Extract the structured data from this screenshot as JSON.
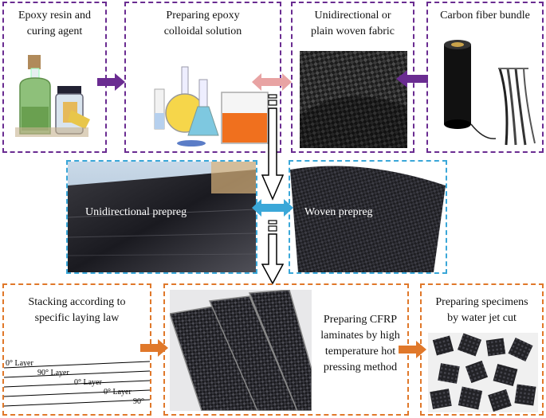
{
  "boxes": {
    "epoxy": {
      "line1": "Epoxy resin and",
      "line2": "curing agent"
    },
    "colloid": {
      "line1": "Preparing epoxy",
      "line2": "colloidal solution"
    },
    "fabric": {
      "line1": "Unidirectional or",
      "line2": "plain woven fabric"
    },
    "carbon": {
      "line1": "Carbon fiber bundle"
    },
    "uni_prepreg": {
      "label": "Unidirectional prepreg"
    },
    "woven_prepreg": {
      "label": "Woven prepreg"
    },
    "stacking": {
      "line1": "Stacking according to",
      "line2": "specific laying law"
    },
    "laminate": {
      "line1": "Preparing CFRP",
      "line2": "laminates by high",
      "line3": "temperature hot",
      "line4": "pressing method"
    },
    "specimens": {
      "line1": "Preparing specimens",
      "line2": "by water jet cut"
    }
  },
  "layers": {
    "l1": "0° Layer",
    "l2": "90° Layer",
    "l3": "0° Layer",
    "l4": "0° Layer",
    "l5": "90°"
  },
  "colors": {
    "purple": "#6a2c91",
    "orange": "#e0782a",
    "blue": "#3aa7d8",
    "pink": "#e8a3a3"
  },
  "icons": [
    "arrow-right-icon",
    "arrow-left-icon",
    "double-arrow-icon",
    "arrow-down-icon"
  ]
}
